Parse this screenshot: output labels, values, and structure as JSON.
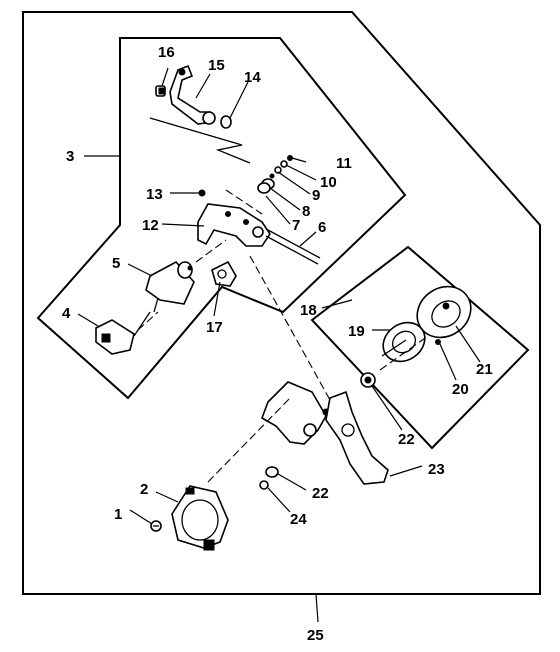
{
  "diagram": {
    "callouts": [
      {
        "id": "1",
        "text": "1"
      },
      {
        "id": "2",
        "text": "2"
      },
      {
        "id": "3",
        "text": "3"
      },
      {
        "id": "4",
        "text": "4"
      },
      {
        "id": "5",
        "text": "5"
      },
      {
        "id": "6",
        "text": "6"
      },
      {
        "id": "7",
        "text": "7"
      },
      {
        "id": "8",
        "text": "8"
      },
      {
        "id": "9",
        "text": "9"
      },
      {
        "id": "10",
        "text": "10"
      },
      {
        "id": "11",
        "text": "11"
      },
      {
        "id": "12",
        "text": "12"
      },
      {
        "id": "13",
        "text": "13"
      },
      {
        "id": "14",
        "text": "14"
      },
      {
        "id": "15",
        "text": "15"
      },
      {
        "id": "16",
        "text": "16"
      },
      {
        "id": "17",
        "text": "17"
      },
      {
        "id": "18",
        "text": "18"
      },
      {
        "id": "19",
        "text": "19"
      },
      {
        "id": "20",
        "text": "20"
      },
      {
        "id": "21",
        "text": "21"
      },
      {
        "id": "22a",
        "text": "22"
      },
      {
        "id": "22b",
        "text": "22"
      },
      {
        "id": "23",
        "text": "23"
      },
      {
        "id": "24",
        "text": "24"
      },
      {
        "id": "25",
        "text": "25"
      }
    ]
  }
}
